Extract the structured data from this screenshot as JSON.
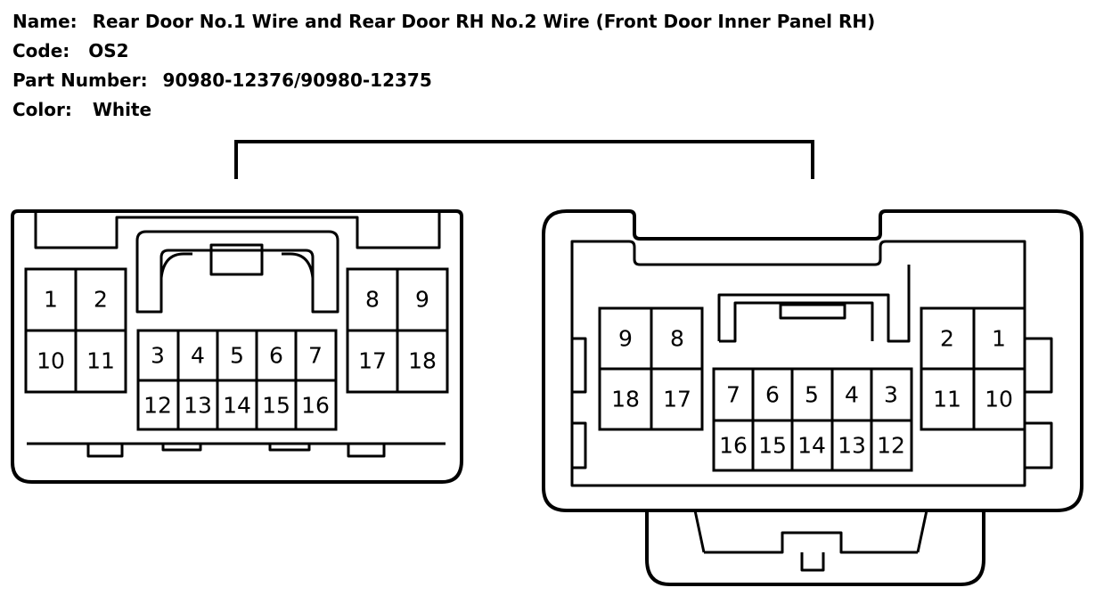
{
  "info": {
    "name_label": "Name:",
    "name_value": "Rear Door No.1 Wire and Rear Door RH No.2 Wire (Front Door Inner Panel RH)",
    "code_label": "Code:",
    "code_value": "OS2",
    "part_label": "Part Number:",
    "part_value": "90980-12376/90980-12375",
    "color_label": "Color:",
    "color_value": "White"
  },
  "left_connector": {
    "pins": {
      "p1": "1",
      "p2": "2",
      "p10": "10",
      "p11": "11",
      "p3": "3",
      "p4": "4",
      "p5": "5",
      "p6": "6",
      "p7": "7",
      "p12": "12",
      "p13": "13",
      "p14": "14",
      "p15": "15",
      "p16": "16",
      "p8": "8",
      "p9": "9",
      "p17": "17",
      "p18": "18"
    }
  },
  "right_connector": {
    "pins": {
      "p9": "9",
      "p8": "8",
      "p18": "18",
      "p17": "17",
      "p7": "7",
      "p6": "6",
      "p5": "5",
      "p4": "4",
      "p3": "3",
      "p16": "16",
      "p15": "15",
      "p14": "14",
      "p13": "13",
      "p12": "12",
      "p2": "2",
      "p1": "1",
      "p11": "11",
      "p10": "10"
    }
  },
  "colors": {
    "line": "#000000",
    "background": "#ffffff"
  }
}
